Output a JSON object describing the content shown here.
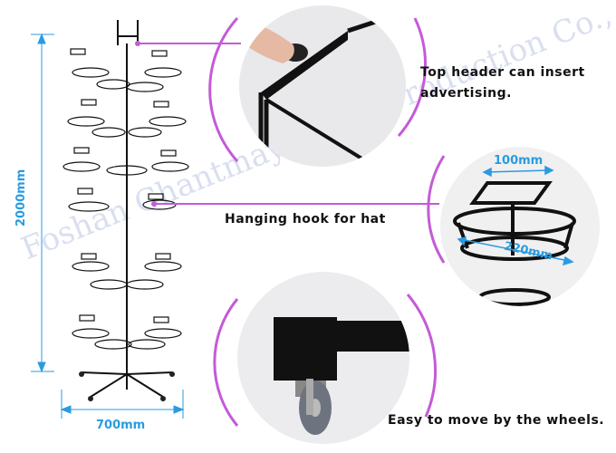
{
  "labels": {
    "header": [
      "Top header can insert",
      "advertising."
    ],
    "hook": "Hanging hook for hat",
    "wheels": "Easy to move by the wheels."
  },
  "dimensions": {
    "height": "2000mm",
    "base_width": "700mm",
    "top_frame": "100mm",
    "ring": "220mm"
  },
  "watermark": "Foshan Chantmay Metal Production Co., Ltd.",
  "colors": {
    "dimension": "#2a9be0",
    "callout": "#c45bd8",
    "metal": "#111111"
  }
}
